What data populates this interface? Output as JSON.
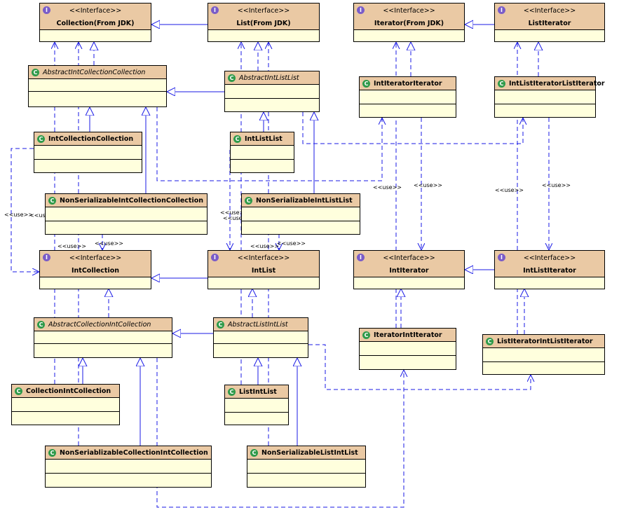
{
  "stereotype": "<<Interface>>",
  "use_label": "<<use>>",
  "interfaces": {
    "collection": "Collection(From JDK)",
    "list": "List(From JDK)",
    "iterator": "Iterator(From JDK)",
    "list_iterator": "ListIterator",
    "int_collection": "IntCollection",
    "int_list": "IntList",
    "int_iterator": "IntIterator",
    "int_list_iterator": "IntListIterator"
  },
  "classes": {
    "abstract_int_collection_collection": "AbstractIntCollectionCollection",
    "abstract_int_list_list": "AbstractIntListList",
    "int_iterator_iterator": "IntIteratorIterator",
    "int_list_iterator_list_iterator": "IntListIteratorListIterator",
    "int_collection_collection": "IntCollectionCollection",
    "int_list_list": "IntListList",
    "non_serializable_int_collection_collection": "NonSerializableIntCollectionCollection",
    "non_serializable_int_list_list": "NonSerializableIntListList",
    "abstract_collection_int_collection": "AbstractCollectionIntCollection",
    "abstract_list_int_list": "AbstractListIntList",
    "iterator_int_iterator": "IteratorIntIterator",
    "list_iterator_int_list_iterator": "ListIteratorIntListIterator",
    "collection_int_collection": "CollectionIntCollection",
    "list_int_list": "ListIntList",
    "non_serializable_collection_int_collection": "NonSeriablizableCollectionIntCollection",
    "non_serializable_list_int_list": "NonSerializableListIntList"
  }
}
